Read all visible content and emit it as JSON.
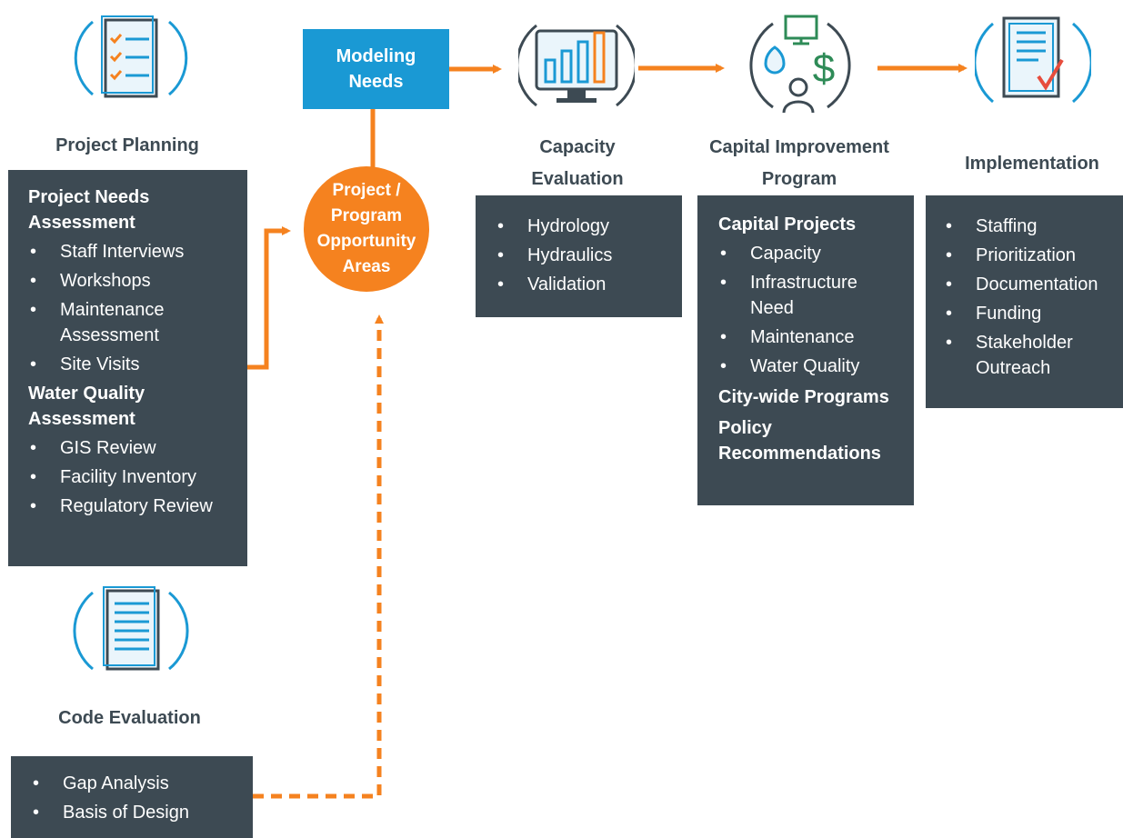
{
  "colors": {
    "accent_orange": "#f5821f",
    "accent_blue": "#1a99d4",
    "box_dark": "#3d4a53",
    "icon_blue": "#1a99d4",
    "icon_green": "#2e8b57"
  },
  "stages": {
    "project_planning": {
      "title": "Project Planning",
      "groups": [
        {
          "heading": "Project Needs Assessment",
          "items": [
            "Staff Interviews",
            "Workshops",
            "Maintenance Assessment",
            "Site Visits"
          ]
        },
        {
          "heading": "Water Quality Assessment",
          "items": [
            "GIS Review",
            "Facility Inventory",
            "Regulatory Review"
          ]
        }
      ]
    },
    "code_evaluation": {
      "title": "Code Evaluation",
      "items": [
        "Gap Analysis",
        "Basis of Design"
      ]
    },
    "modeling_needs": {
      "label": "Modeling Needs"
    },
    "opportunity_areas": {
      "label": "Project / Program Opportunity Areas"
    },
    "capacity_evaluation": {
      "title": "Capacity Evaluation",
      "items": [
        "Hydrology",
        "Hydraulics",
        "Validation"
      ]
    },
    "capital_improvement": {
      "title": "Capital Improvement Program",
      "heading": "Capital Projects",
      "items": [
        "Capacity",
        "Infrastructure Need",
        "Maintenance",
        "Water Quality"
      ],
      "extra_headings": [
        "City-wide Programs",
        "Policy Recommendations"
      ]
    },
    "implementation": {
      "title": "Implementation",
      "items": [
        "Staffing",
        "Prioritization",
        "Documentation",
        "Funding",
        "Stakeholder Outreach"
      ]
    }
  },
  "icons": {
    "project_planning": "checklist-icon",
    "code_evaluation": "document-icon",
    "capacity_evaluation": "monitor-bar-chart-icon",
    "capital_improvement": "water-money-people-icon",
    "implementation": "document-checkmark-icon"
  }
}
